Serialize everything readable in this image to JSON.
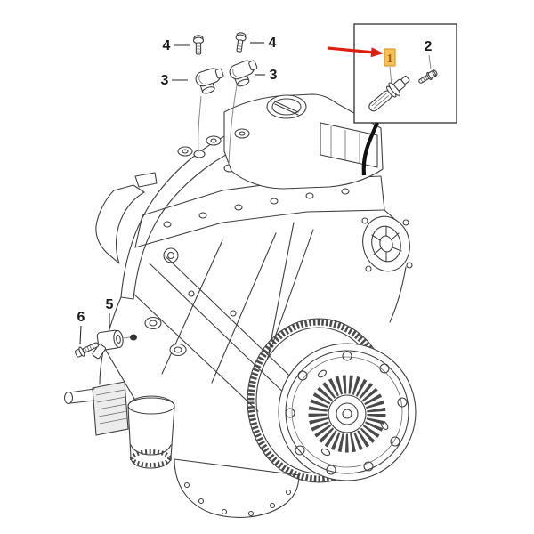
{
  "figure": {
    "type": "engine-parts-exploded-diagram",
    "background": "#ffffff",
    "line_color": "#3f3f3f"
  },
  "inset": {
    "arrow_color": "#dd2012",
    "highlight": {
      "label": "1",
      "fill": "#f6c150",
      "border": "#dc9b2d",
      "text_color": "#a8571e"
    },
    "bolt_label": "2"
  },
  "callouts": {
    "camshaft_sensor_left": "3",
    "camshaft_sensor_right": "3",
    "camshaft_bolt_left": "4",
    "camshaft_bolt_right": "4",
    "knock_sensor": "5",
    "knock_sensor_bolt": "6"
  },
  "icons": {
    "inset_part": "crankshaft-sensor-icon",
    "inset_fastener": "bolt-icon",
    "camshaft_parts": [
      "bolt-icon",
      "bolt-icon",
      "camshaft-sensor-icon",
      "camshaft-sensor-icon"
    ],
    "left_parts": [
      "knock-sensor-icon",
      "bolt-icon"
    ]
  }
}
